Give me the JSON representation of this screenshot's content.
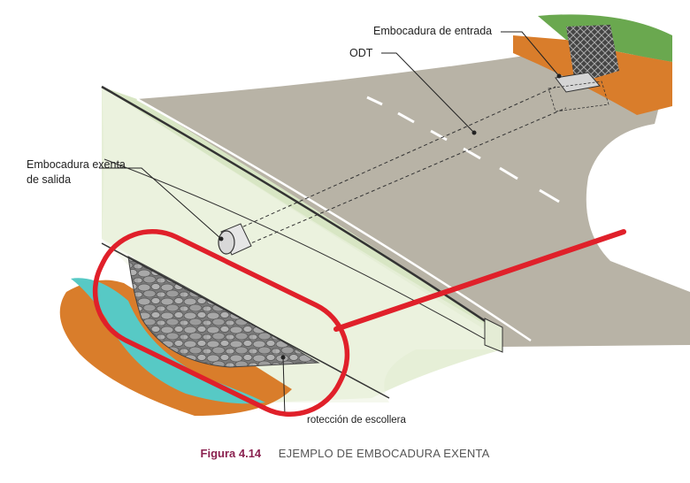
{
  "labels": {
    "entrance": "Embocadura de entrada",
    "odt": "ODT",
    "exit_line1": "Embocadura exenta",
    "exit_line2": "de salida",
    "riprap": "rotección de escollera"
  },
  "caption": {
    "number": "Figura 4.14",
    "title": "EJEMPLO DE EMBOCADURA EXENTA"
  },
  "colors": {
    "road": "#b8b3a6",
    "verge": "#e6efd7",
    "soil": "#d97d2b",
    "water": "#57c9c5",
    "stone": "#a0a0a0",
    "grass": "#6aa84f",
    "highlight": "#e0202a",
    "caption_accent": "#8b2250"
  }
}
